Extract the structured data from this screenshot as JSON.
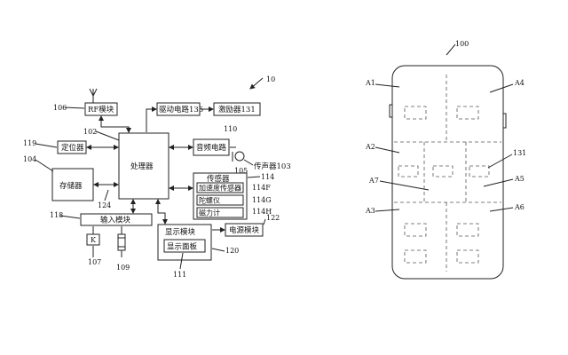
{
  "left_figure": {
    "fig_ref": "10",
    "blocks": {
      "rf": "RF模块",
      "drive": "驱动电路135",
      "exciter": "激励器131",
      "locator": "定位器",
      "processor": "处理器",
      "audio": "音频电路",
      "speaker": "传声器103",
      "storage": "存储器",
      "sensor": "传感器",
      "accel": "加速度传感器",
      "gyro": "陀螺仪",
      "magnet": "磁力计",
      "input": "输入模块",
      "key": "K",
      "display": "显示模块",
      "panel": "显示面板",
      "power": "电源模块"
    },
    "refs": {
      "r106": "106",
      "r102": "102",
      "r119": "119",
      "r104": "104",
      "r110": "110",
      "r105": "105",
      "r114": "114",
      "r114f": "114F",
      "r114g": "114G",
      "r114h": "114H",
      "r124": "124",
      "r118": "118",
      "r122": "122",
      "r107": "107",
      "r109": "109",
      "r120": "120",
      "r111": "111"
    }
  },
  "right_figure": {
    "fig_ref": "100",
    "regions": {
      "a1": "A1",
      "a2": "A2",
      "a3": "A3",
      "a4": "A4",
      "a5": "A5",
      "a6": "A6",
      "a7": "A7",
      "r131": "131"
    }
  }
}
